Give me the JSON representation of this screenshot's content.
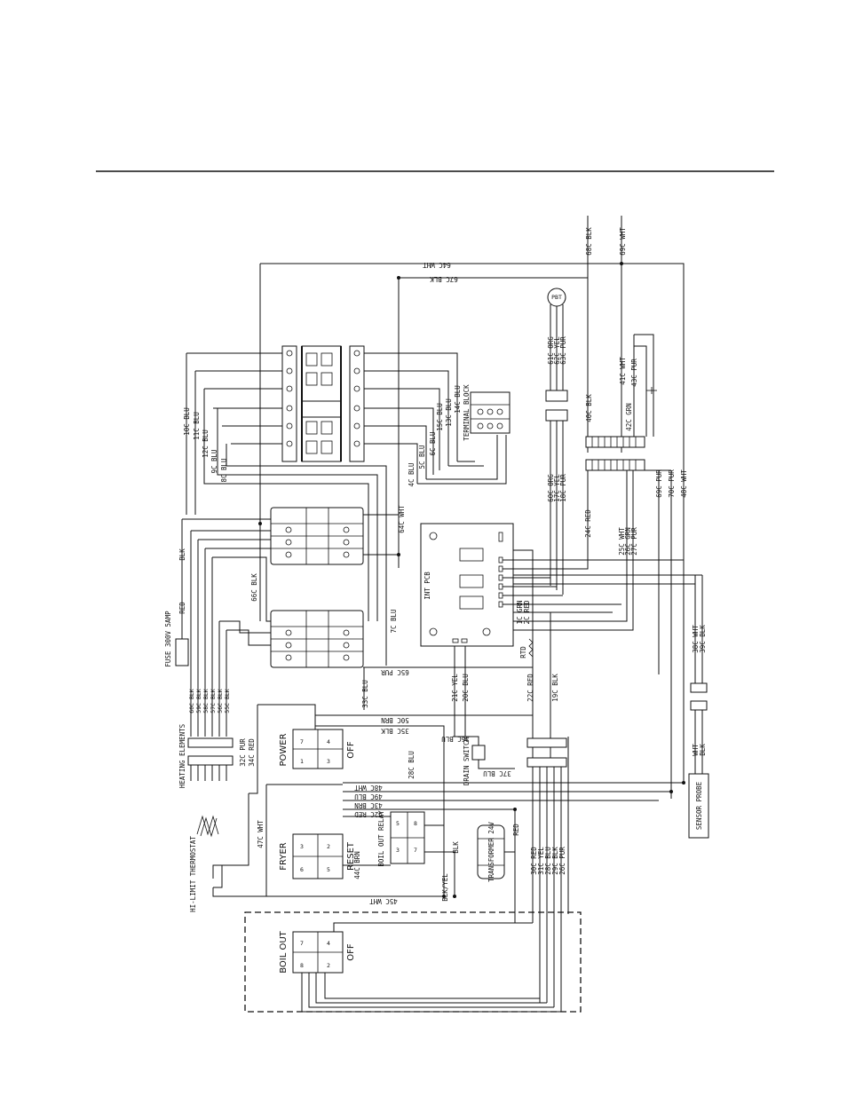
{
  "wire_labels_top": [
    "64C WHT",
    "67C BLK",
    "68C BLK",
    "69C WHT"
  ],
  "wire_labels_left": [
    "10C BLU",
    "11C BLU",
    "12C BLU",
    "9C BLU",
    "8C BLU"
  ],
  "wire_labels_terminal": [
    "14C BLU",
    "13C BLU",
    "15C BLU",
    "6C BLU",
    "5C BLU",
    "4C BLU"
  ],
  "terminal_block_label": "TERMINAL BLOCK",
  "probe_label": "PBT",
  "probe_wires": [
    "61C ORG",
    "62C YEL",
    "63C PUR"
  ],
  "connector_wires_a": [
    "40C BLK",
    "41C WHT",
    "43C PUR",
    "42C GRN"
  ],
  "connector_wires_b": [
    "69C PUR",
    "70C PUR",
    "48C WHT"
  ],
  "pcb_wires": [
    "64C WHT",
    "66C BLK",
    "7C BLU",
    "24C RED",
    "60C ORG",
    "17C YEL",
    "18C PUR",
    "25C WHT",
    "26C GRN",
    "27C PUR"
  ],
  "pcb_label": "INT PCB",
  "fuse_label": "FUSE 300V 5AMP",
  "fuse_wire": "RED",
  "blk_label": "BLK",
  "element_wires": [
    "60C BLK",
    "59C BLK",
    "58C BLK",
    "57C BLK",
    "56C BLK",
    "55C BLK"
  ],
  "heating_label": "HEATING ELEMENTS",
  "mid_wires": [
    "65C PUR",
    "33C BLU",
    "50C BRN",
    "35C BLK",
    "21C YEL",
    "20C BLU",
    "19C BLK",
    "22C RED",
    "1C GRN",
    "2C RED",
    "36C BLU",
    "37C BLU",
    "28C BLU"
  ],
  "rtd_label": "RTD",
  "drain_label": "DRAIN SWITCH",
  "power_switch_label": "POWER",
  "off_label": "OFF",
  "switch_wires": [
    "32C PUR",
    "34C RED",
    "47C WHT",
    "48C WHT",
    "49C BLU",
    "43C BRN",
    "42C RED"
  ],
  "fryer_label": "FRYER",
  "reset_label": "RESET",
  "boilout_relay_label": "BOIL OUT RELAY",
  "relay_wires": [
    "44C BRN",
    "45C WHT",
    "BLK/YEL",
    "RED",
    "BLK"
  ],
  "transformer_label": "TRANSFORMER 24V",
  "transformer_wires": [
    "30C RED",
    "31C YEL",
    "28C BLU",
    "29C BLK",
    "26C PUR"
  ],
  "hi_limit_label": "HI-LIMIT THERMOSTAT",
  "sensor_label": "SENSOR PROBE",
  "sensor_wires": [
    "38C WHT",
    "39C BLK",
    "WHT",
    "BLK"
  ],
  "boilout_switch_label": "BOIL OUT",
  "boilout_off_label": "OFF"
}
